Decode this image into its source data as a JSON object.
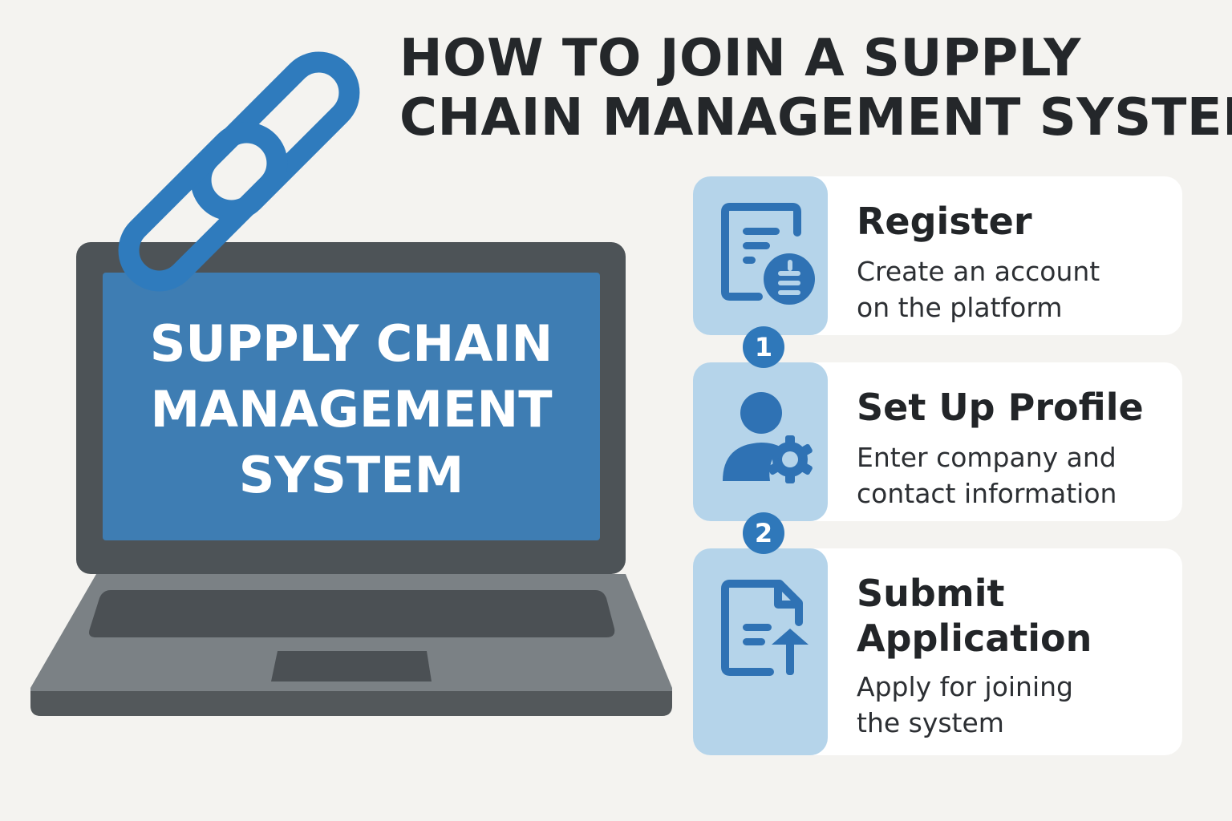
{
  "title": {
    "line1": "HOW TO JOIN A SUPPLY",
    "line2": "CHAIN MANAGEMENT SYSTEM"
  },
  "laptop_screen": {
    "line1": "SUPPLY CHAIN",
    "line2": "MANAGEMENT",
    "line3": "SYSTEM"
  },
  "steps": [
    {
      "number": "1",
      "title": "Register",
      "desc1": "Create an account",
      "desc2": "on the platform",
      "icon": "registration-form-icon"
    },
    {
      "number": "2",
      "title": "Set Up Profile",
      "desc1": "Enter company and",
      "desc2": "contact information",
      "icon": "user-settings-icon"
    },
    {
      "title1": "Submit",
      "title2": "Application",
      "desc1": "Apply for joining",
      "desc2": "the system",
      "icon": "document-upload-icon"
    }
  ],
  "colors": {
    "accent": "#2f78ba",
    "screen": "#3e7db3",
    "tile": "#b5d4ea",
    "background": "#f4f3f0"
  }
}
